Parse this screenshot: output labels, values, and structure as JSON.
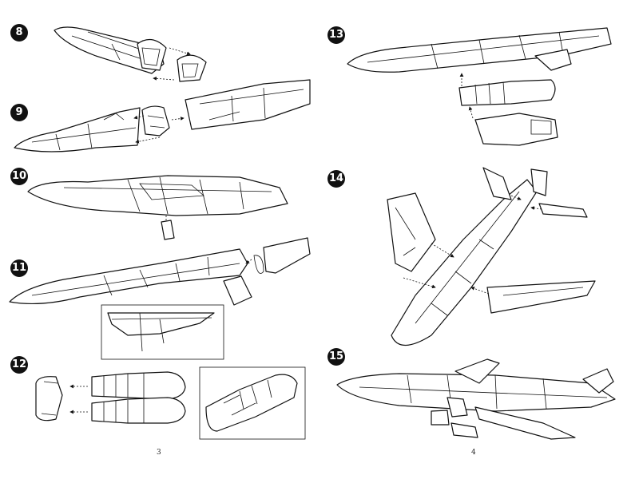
{
  "steps": {
    "s8": "8",
    "s9": "9",
    "s10": "10",
    "s11": "11",
    "s12": "12",
    "s13": "13",
    "s14": "14",
    "s15": "15"
  },
  "page_numbers": {
    "left": "3",
    "right": "4"
  }
}
